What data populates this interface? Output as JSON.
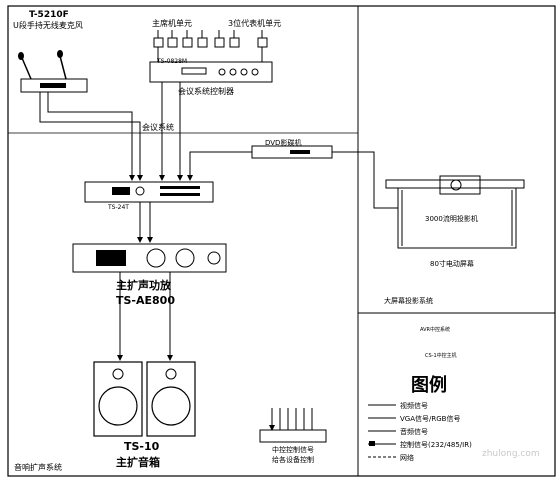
{
  "top_labels": {
    "wireless_mic_model": "T-5210F",
    "wireless_mic_desc": "U段手持无线麦克风",
    "chairman_unit": "主席机单元",
    "delegate_unit": "3位代表机单元",
    "controller_model": "TS-0828M",
    "controller_desc": "会议系统控制器",
    "conference_system": "会议系统",
    "dvd_player": "DVD影碟机"
  },
  "center_labels": {
    "processor_model": "TS-24T",
    "amp_name": "主扩声功放",
    "amp_model": "TS-AE800",
    "speaker_model": "TS-10",
    "speaker_name": "主扩音箱",
    "control_label_1": "中控控制信号",
    "control_label_2": "给各设备控制"
  },
  "right_labels": {
    "projector": "3000流明投影机",
    "screen": "80寸电动屏幕",
    "system": "大屏幕投影系统",
    "heading_1": "AVR中控系统",
    "heading_2": "CS-1中控主机"
  },
  "sections": {
    "audio": "音响扩声系统"
  },
  "legend": {
    "title": "图例",
    "items": [
      {
        "label": "视频信号"
      },
      {
        "label": "VGA信号/RGB信号"
      },
      {
        "label": "音频信号"
      },
      {
        "label": "控制信号(232/485/IR)"
      },
      {
        "label": "网络"
      }
    ]
  },
  "watermark": {
    "text": "zhulong.com"
  }
}
